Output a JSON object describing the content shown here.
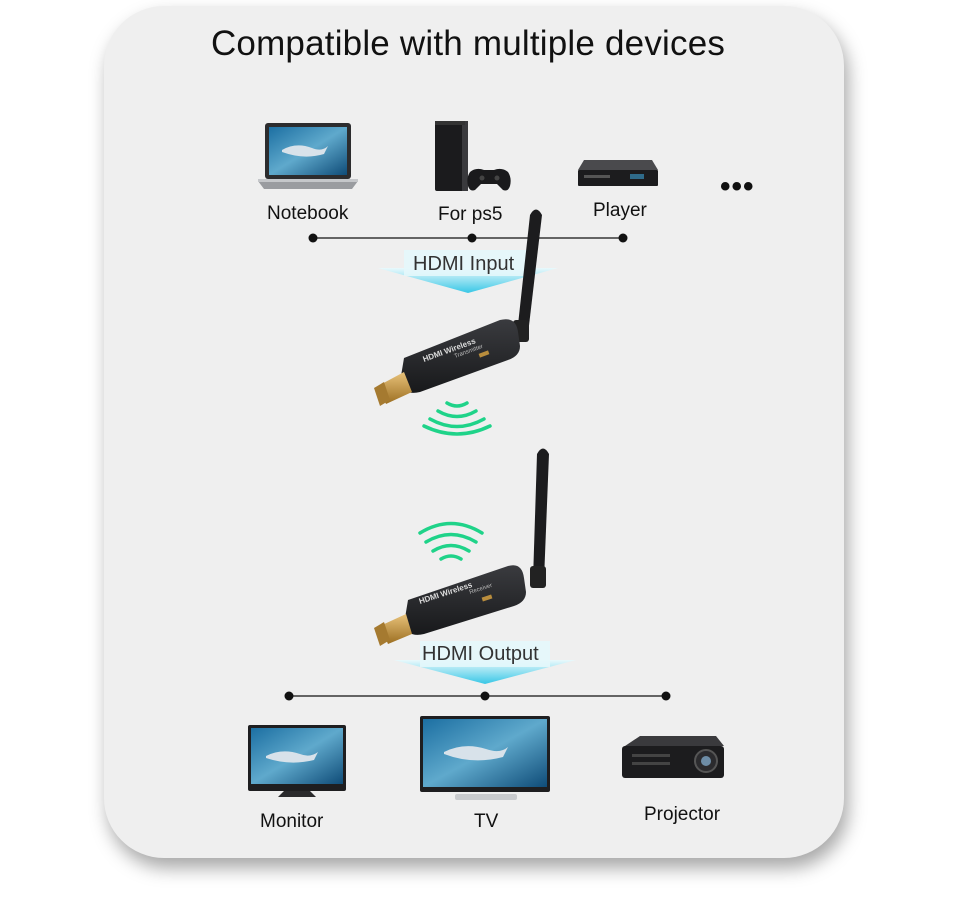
{
  "title": "Compatible with multiple devices",
  "inputs": {
    "devices": [
      {
        "label": "Notebook",
        "icon": "laptop-icon"
      },
      {
        "label": "For ps5",
        "icon": "game-console-icon"
      },
      {
        "label": "Player",
        "icon": "dvd-player-icon"
      }
    ],
    "more": "•••",
    "arrow_label": "HDMI Input"
  },
  "transmitter": {
    "line1": "HDMI Wireless",
    "line2": "Transmitter"
  },
  "receiver": {
    "line1": "HDMI Wireless",
    "line2": "Receiver"
  },
  "outputs": {
    "arrow_label": "HDMI Output",
    "devices": [
      {
        "label": "Monitor",
        "icon": "monitor-icon"
      },
      {
        "label": "TV",
        "icon": "tv-icon"
      },
      {
        "label": "Projector",
        "icon": "projector-icon"
      }
    ]
  },
  "colors": {
    "arrow_gradient_start": "#5fd8ee",
    "arrow_gradient_end": "#eaf9fc",
    "wifi": "#1fd389",
    "device_body": "#2a2b2e",
    "hdmi_gold": "#c89a3a"
  }
}
